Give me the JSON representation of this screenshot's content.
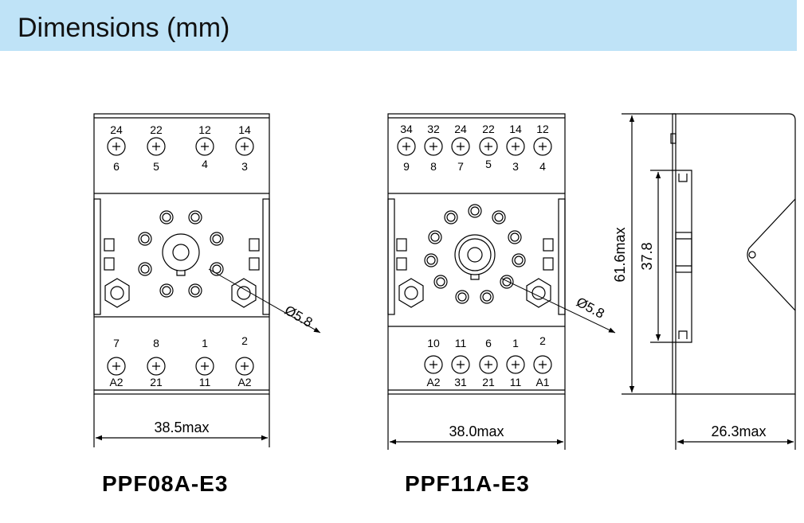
{
  "header": {
    "title": "Dimensions (mm)"
  },
  "models": [
    {
      "name": "PPF08A-E3",
      "top_terminals": [
        "24",
        "22",
        "12",
        "14"
      ],
      "top_sub_labels": [
        "6",
        "5",
        "4",
        "3"
      ],
      "bottom_terminals": [
        "7",
        "8",
        "1",
        "2"
      ],
      "bottom_sub_labels": [
        "A2",
        "21",
        "11",
        "A2"
      ],
      "hole_diameter": "Ø5.8",
      "width_dimension": "38.5max"
    },
    {
      "name": "PPF11A-E3",
      "top_terminals": [
        "34",
        "32",
        "24",
        "22",
        "14",
        "12"
      ],
      "top_sub_labels": [
        "9",
        "8",
        "7",
        "5",
        "3",
        "4"
      ],
      "bottom_terminals": [
        "10",
        "11",
        "6",
        "1",
        "2"
      ],
      "bottom_sub_labels": [
        "A2",
        "31",
        "21",
        "11",
        "A1"
      ],
      "hole_diameter": "Ø5.8",
      "width_dimension": "38.0max"
    }
  ],
  "side_view": {
    "height_dimension": "61.6max",
    "inner_dimension": "37.8",
    "depth_dimension": "26.3max"
  },
  "colors": {
    "header_bg": "#bfe3f7",
    "line": "#000000"
  }
}
